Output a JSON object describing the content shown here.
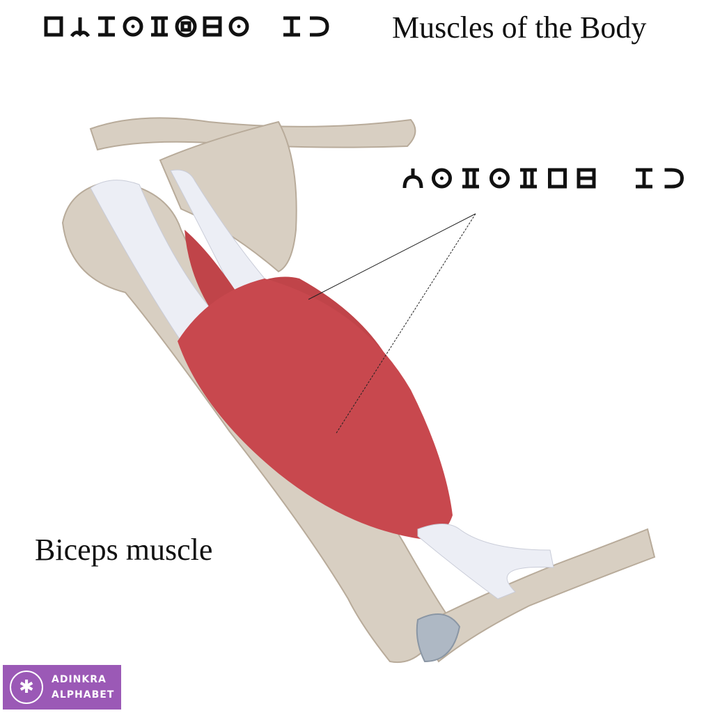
{
  "title": {
    "text": "Muscles of the Body",
    "script_glyphs": [
      "square",
      "hook",
      "i-bar",
      "circle-dot",
      "pi-box",
      "circle-square",
      "box-bar",
      "circle-dot",
      "space",
      "i-bar",
      "cup"
    ]
  },
  "label": {
    "text": "Biceps muscle",
    "script_glyphs": [
      "arch",
      "circle-dot",
      "pi-box",
      "circle-dot",
      "pi-box",
      "square",
      "box-bar",
      "space",
      "i-bar",
      "cup"
    ]
  },
  "logo": {
    "line1": "ADINKRA",
    "line2": "ALPHABET",
    "symbol": "✱"
  },
  "colors": {
    "muscle": "#c8484e",
    "bone": "#d9d0c4",
    "tendon": "#eef0f6",
    "logo": "#9b59b6"
  }
}
